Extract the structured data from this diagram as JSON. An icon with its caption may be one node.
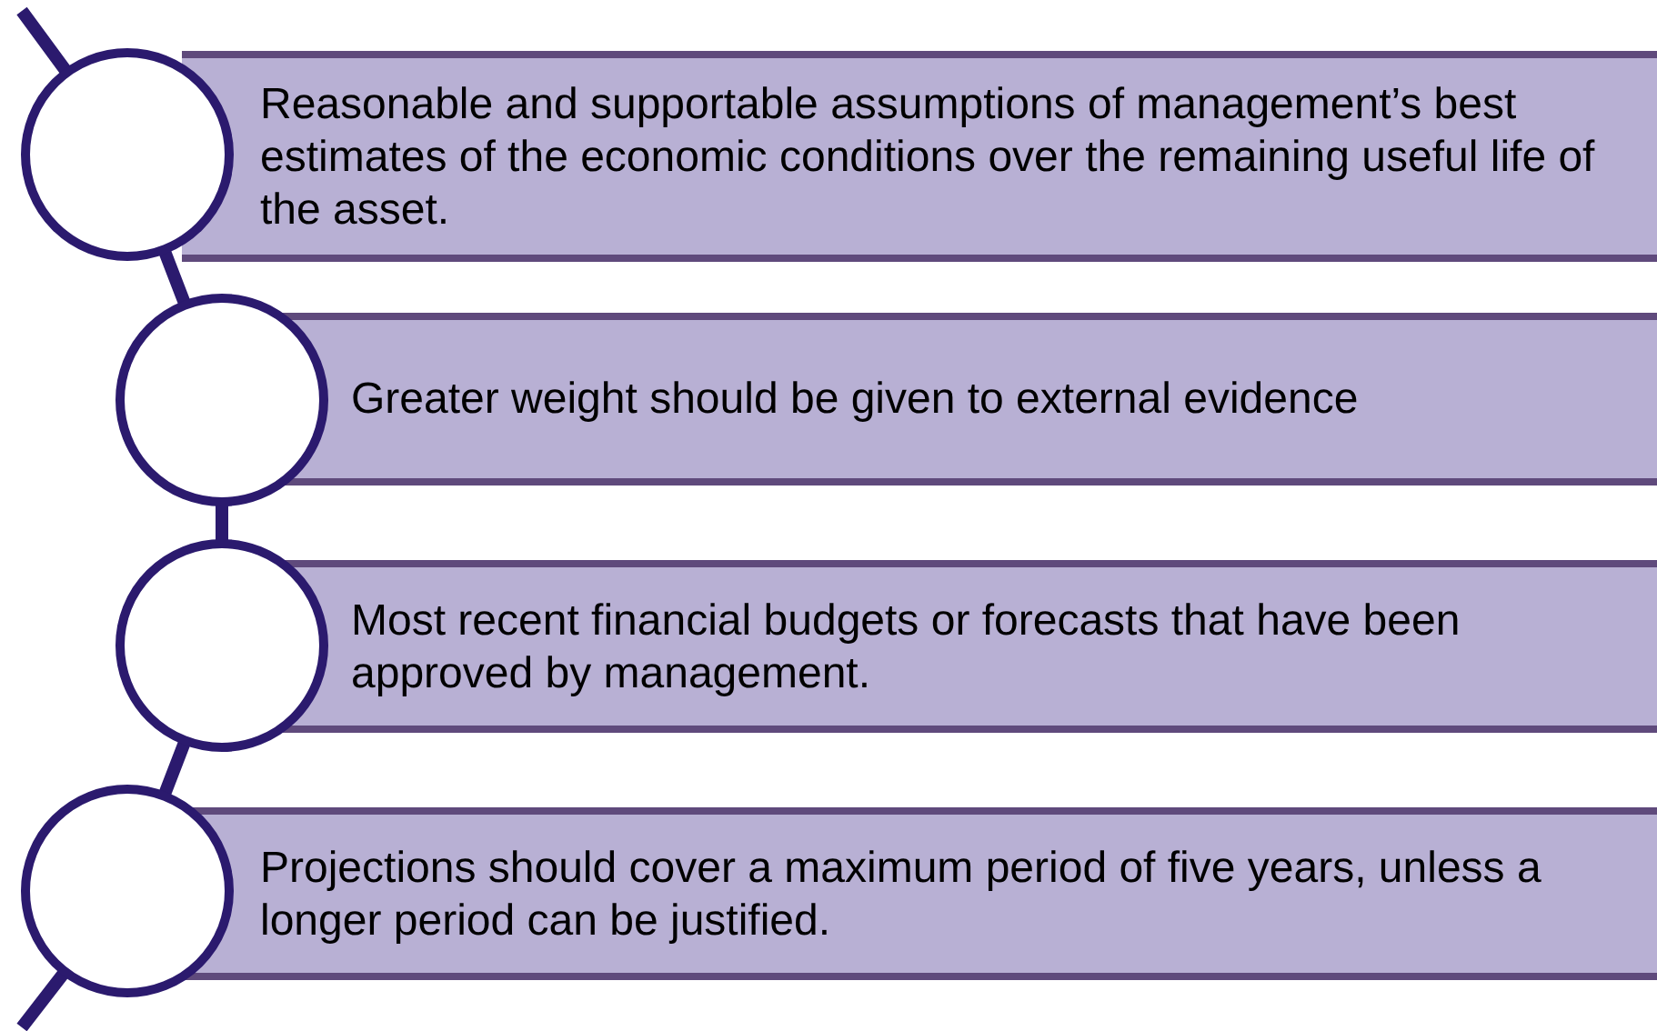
{
  "diagram": {
    "nodes": [
      {
        "text": [],
        "shape": "circle"
      },
      {
        "text": [
          "Reasonable and supportable assumptions of management’s best estimates of the economic conditions over the remaining useful life of the asset."
        ]
      },
      {
        "text": [],
        "shape": "circle"
      },
      {
        "text": [
          "Greater weight should be given to external evidence"
        ]
      },
      {
        "text": [],
        "shape": "circle"
      },
      {
        "text": [
          "Most recent financial budgets or forecasts that have been approved by management."
        ]
      },
      {
        "text": [],
        "shape": "circle"
      },
      {
        "text": [
          "Projections should cover a maximum period of five years, unless a longer period can be justified."
        ]
      }
    ]
  }
}
